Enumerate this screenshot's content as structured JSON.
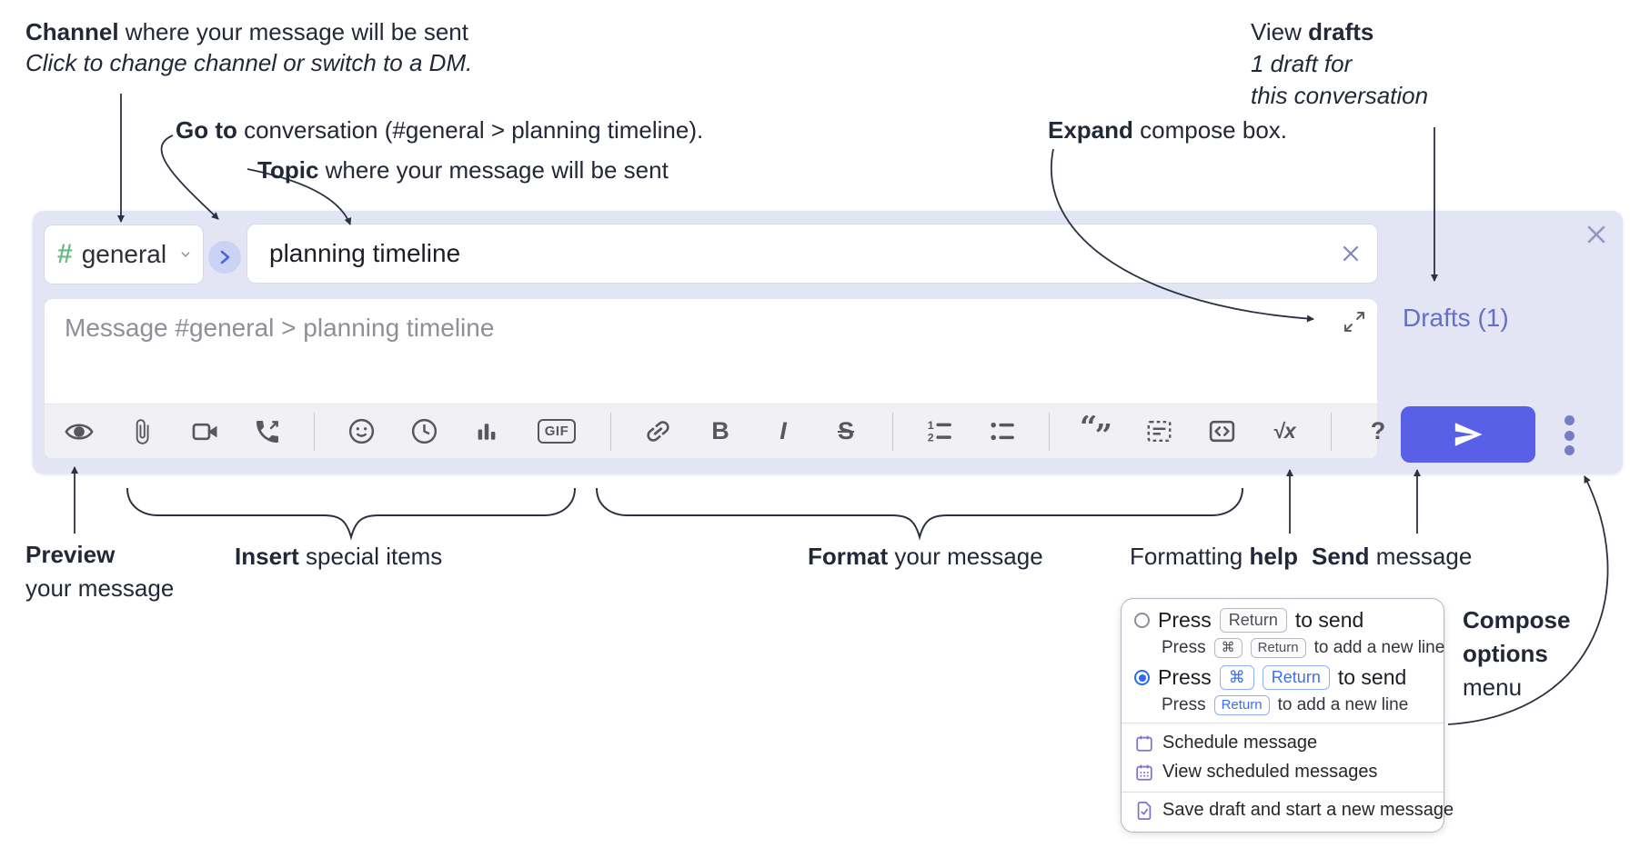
{
  "annotations": {
    "channel": {
      "bold": "Channel",
      "rest": " where your message will be sent",
      "sub": "Click to change channel or switch to a DM."
    },
    "goto": {
      "bold": "Go to",
      "rest": " conversation (#general > planning timeline)."
    },
    "topic": {
      "bold": "Topic",
      "rest": " where your message will be sent"
    },
    "expand": {
      "bold": "Expand",
      "rest": " compose box."
    },
    "view_drafts": {
      "pre": "View ",
      "bold": "drafts",
      "line2": "1 draft for",
      "line3": "this conversation"
    },
    "preview": {
      "bold": "Preview",
      "line2": "your message"
    },
    "insert": {
      "bold": "Insert",
      "rest": " special items"
    },
    "format": {
      "bold": "Format",
      "rest": " your message"
    },
    "formatting_help": {
      "pre": "Formatting ",
      "bold": "help"
    },
    "send": {
      "bold": "Send",
      "rest": " message"
    },
    "compose_options": {
      "line1": "Compose",
      "line2": "options",
      "line3": "menu"
    }
  },
  "compose": {
    "channel": {
      "hash": "#",
      "name": "general"
    },
    "topic_input": {
      "value": "planning timeline"
    },
    "message_input": {
      "placeholder": "Message #general > planning timeline"
    },
    "drafts_link": "Drafts (1)",
    "toolbar": {
      "gif": "GIF",
      "bold": "B",
      "italic": "I",
      "strike": "S",
      "math": "√x",
      "help": "?"
    },
    "icon_names": [
      "preview-eye",
      "attach-paperclip",
      "video-call",
      "voice-call",
      "emoji",
      "time",
      "poll-chart",
      "gif",
      "link",
      "bold",
      "italic",
      "strikethrough",
      "numbered-list",
      "bulleted-list",
      "quote",
      "spoiler",
      "code",
      "math",
      "help"
    ]
  },
  "menu": {
    "option1": {
      "press": "Press",
      "key1": "Return",
      "tail": "to send",
      "sub_press": "Press",
      "sub_key1": "⌘",
      "sub_key2": "Return",
      "sub_tail": "to add a new line",
      "selected": false
    },
    "option2": {
      "press": "Press",
      "key1": "⌘",
      "key2": "Return",
      "tail": "to send",
      "sub_press": "Press",
      "sub_key1": "Return",
      "sub_tail": "to add a new line",
      "selected": true
    },
    "items": {
      "schedule": "Schedule message",
      "view_scheduled": "View scheduled messages",
      "save_draft": "Save draft and start a new message"
    }
  },
  "colors": {
    "compose_bg": "#e3e5f4",
    "send_button": "#5a5fe8",
    "drafts_link": "#6370c5",
    "hash_green": "#6cb985",
    "goto_circle_bg": "#cad3f3",
    "goto_chevron": "#4a67da",
    "annotation_ink": "#232838",
    "menu_icon_purple": "#7e72cf",
    "kbd_blue": "#3b6ff2",
    "toolbar_icon": "#56575f",
    "radio_selected": "#2b6bee"
  }
}
